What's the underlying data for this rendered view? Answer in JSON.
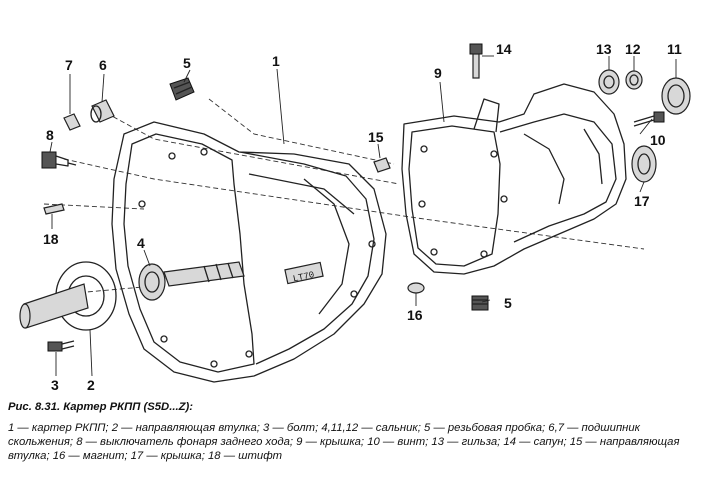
{
  "figure": {
    "callouts": [
      "1",
      "2",
      "3",
      "4",
      "5",
      "6",
      "7",
      "8",
      "9",
      "10",
      "11",
      "12",
      "13",
      "14",
      "15",
      "16",
      "17",
      "18"
    ],
    "callouts_extra": {
      "5b": "5"
    },
    "casting_mark": "LT70"
  },
  "caption": {
    "title": "Рис. 8.31. Картер РКПП (S5D...Z):",
    "legend": "1 — картер РКПП; 2 — направляющая втулка; 3 — болт; 4,11,12 — сальник; 5 — резьбовая пробка; 6,7 — подшипник скольжения; 8 — выключатель фонаря заднего хода; 9 — крышка; 10 — винт; 13 — гильза; 14 — сапун; 15 — направляющая втулка; 16 — магнит; 17 — крышка; 18 — штифт"
  }
}
